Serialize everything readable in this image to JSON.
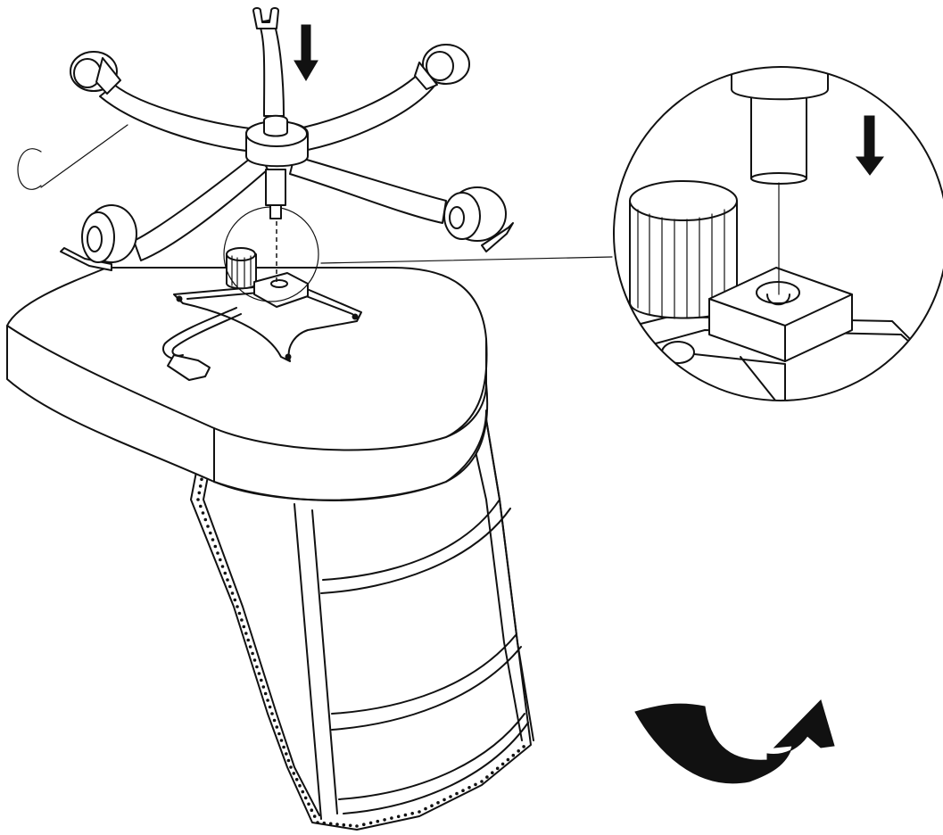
{
  "diagram": {
    "type": "assembly-instruction",
    "colors": {
      "line": "#111111",
      "background": "#ffffff",
      "arrow": "#111111"
    },
    "callouts": [
      {
        "id": "detail-magnifier",
        "shape": "circle"
      },
      {
        "id": "part-marker",
        "shape": "arc"
      }
    ],
    "arrows": [
      {
        "id": "press-down-main",
        "direction": "down"
      },
      {
        "id": "press-down-detail",
        "direction": "down"
      },
      {
        "id": "flip-over",
        "direction": "curved-up-right"
      }
    ]
  }
}
